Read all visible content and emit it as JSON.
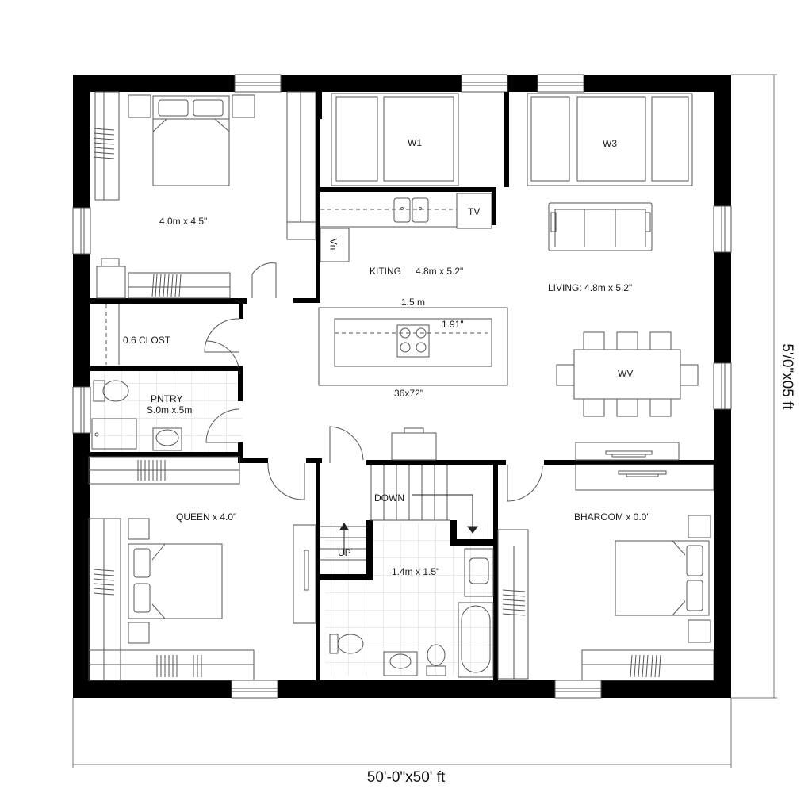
{
  "plan": {
    "overall_width_label": "50'-0\"x50' ft",
    "overall_depth_label": "5'/0\"x05 ft",
    "colors": {
      "wall": "#000000",
      "line": "#555555",
      "tile": "#d8d8d8",
      "background": "#ffffff"
    }
  },
  "rooms": {
    "bedroom_nw": {
      "dims": "4.0m x 4.5\""
    },
    "kitchen": {
      "label": "KITING",
      "dims": "4.8m x 5.2\""
    },
    "living": {
      "label": "LIVING: 4.8m x 5.2\""
    },
    "closet": {
      "label": "0.6 CLOST"
    },
    "pantry": {
      "label": "PNTRY",
      "dims": "S.0m x.5m"
    },
    "bedroom_sw": {
      "label": "QUEEN x 4.0\""
    },
    "bathroom": {
      "dims": "1.4m x 1.5\""
    },
    "bedroom_se": {
      "label": "BHAROOM x 0.0\""
    }
  },
  "fixtures": {
    "window_w1": "W1",
    "window_w3": "W3",
    "tv": "TV",
    "appliance_vertical": "Vn",
    "island_top_dim": "1.5 m",
    "island_inner_dim": "1.91\"",
    "island_bottom_dim": "36x72\"",
    "dining_table": "WV",
    "stairs_down": "DOWN",
    "stairs_up": "UP"
  }
}
